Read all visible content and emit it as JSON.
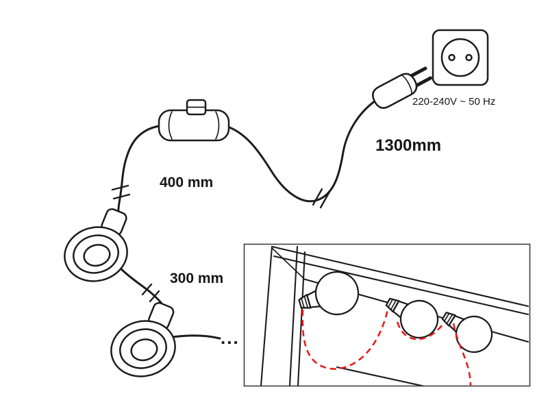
{
  "diagram": {
    "outlet": {
      "voltage_label": "220-240V ~ 50 Hz"
    },
    "cables": {
      "plug_to_switch_length": "1300mm",
      "switch_to_first_socket_length": "400 mm",
      "first_to_second_socket_length": "300 mm",
      "continuation_marker": "..."
    },
    "parts": {
      "outlet": "wall-outlet",
      "plug": "power-plug",
      "switch": "inline-cord-switch",
      "socket1": "lamp-socket-1",
      "socket2": "lamp-socket-2",
      "inset": "mirror-installation-inset"
    },
    "colors": {
      "line": "#1c1c1c",
      "cable_route_dashed": "#e81c1c",
      "background": "#ffffff"
    }
  }
}
